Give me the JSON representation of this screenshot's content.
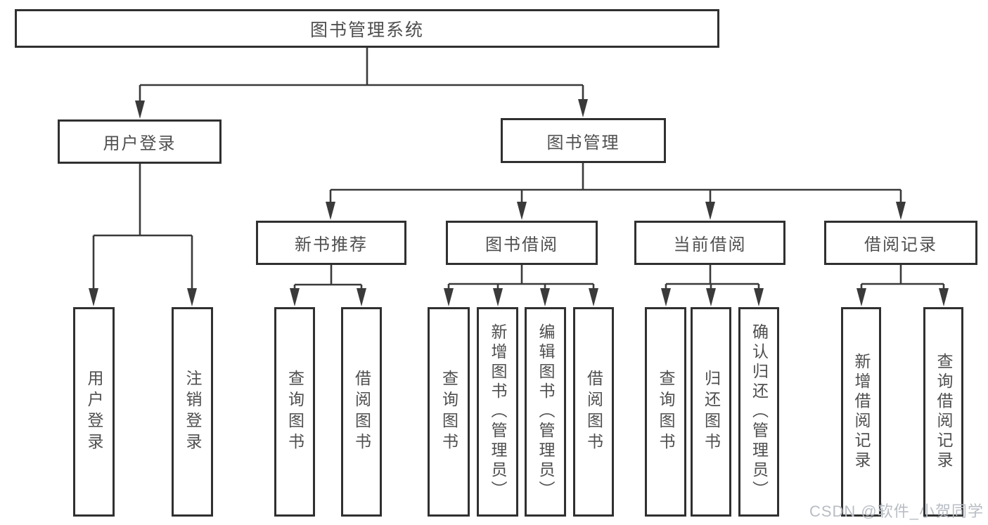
{
  "tree": {
    "root": {
      "label": "图书管理系统"
    },
    "branches": [
      {
        "label": "用户登录",
        "children": [
          {
            "label": "用户登录"
          },
          {
            "label": "注销登录"
          }
        ]
      },
      {
        "label": "图书管理",
        "children": [
          {
            "label": "新书推荐",
            "children": [
              {
                "label": "查询图书"
              },
              {
                "label": "借阅图书"
              }
            ]
          },
          {
            "label": "图书借阅",
            "children": [
              {
                "label": "查询图书"
              },
              {
                "label": "新增图书（管理员）"
              },
              {
                "label": "编辑图书（管理员）"
              },
              {
                "label": "借阅图书"
              }
            ]
          },
          {
            "label": "当前借阅",
            "children": [
              {
                "label": "查询图书"
              },
              {
                "label": "归还图书"
              },
              {
                "label": "确认归还（管理员）"
              }
            ]
          },
          {
            "label": "借阅记录",
            "children": [
              {
                "label": "新增借阅记录"
              },
              {
                "label": "查询借阅记录"
              }
            ]
          }
        ]
      }
    ]
  },
  "watermark": {
    "text": "CSDN @软件_小贺同学"
  },
  "colors": {
    "line": "#3a3a3a",
    "box_border": "#303030",
    "box_fill": "#ffffff",
    "label_text": "#4f4f4f",
    "watermark_text": "#b8bdc4",
    "background": "#ffffff"
  }
}
